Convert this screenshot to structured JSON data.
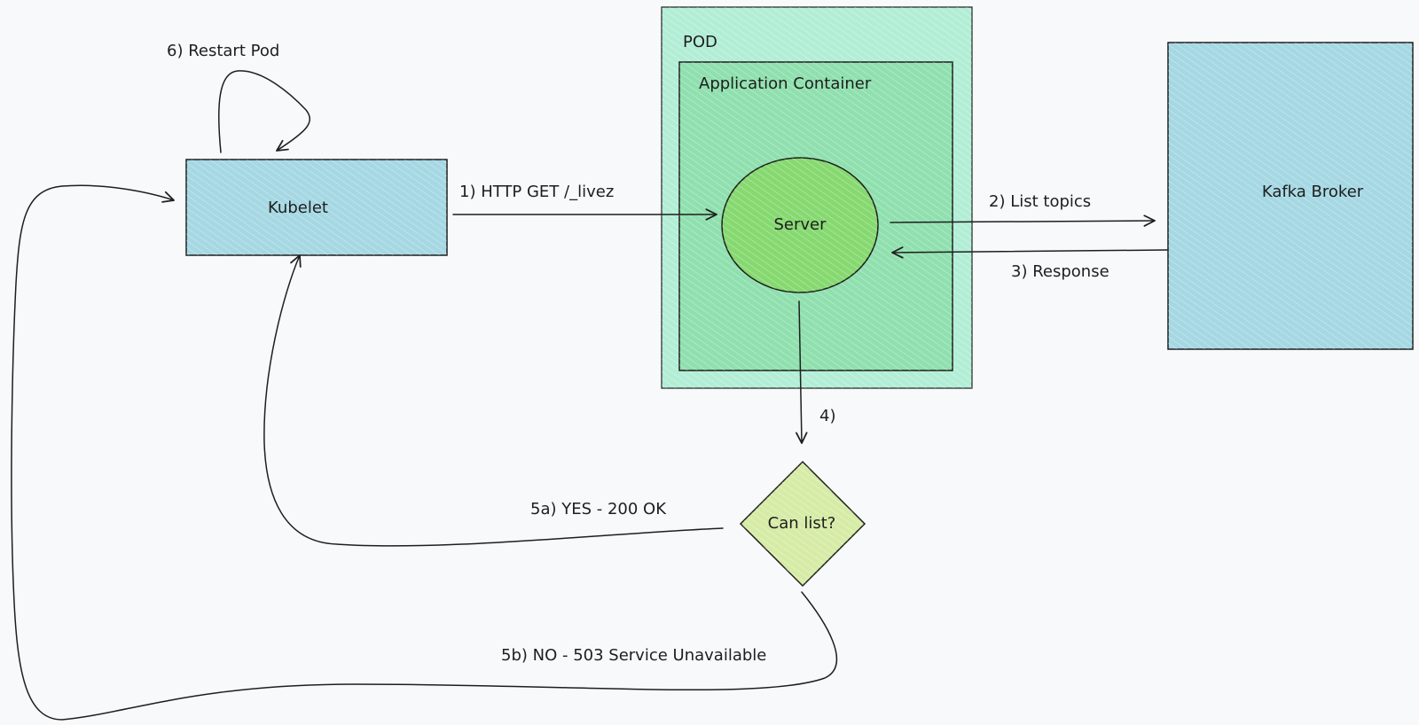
{
  "nodes": {
    "kubelet": {
      "label": "Kubelet",
      "fill": "#a5d8e3"
    },
    "pod": {
      "label": "POD",
      "fill": "#b2eed6"
    },
    "app_container": {
      "label": "Application Container",
      "fill": "#8fe0ae"
    },
    "server": {
      "label": "Server",
      "fill": "#86d970"
    },
    "kafka": {
      "label": "Kafka Broker",
      "fill": "#a5d8e3"
    },
    "decision": {
      "label": "Can list?",
      "fill": "#d6eca6"
    }
  },
  "edges": {
    "restart": {
      "label": "6) Restart Pod"
    },
    "http_get": {
      "label": "1) HTTP GET /_livez"
    },
    "list_topics": {
      "label": "2) List topics"
    },
    "response": {
      "label": "3) Response"
    },
    "step4": {
      "label": "4)"
    },
    "yes": {
      "label": "5a) YES - 200 OK"
    },
    "no": {
      "label": "5b) NO - 503 Service Unavailable"
    }
  },
  "colors": {
    "background": "#f8f9fa",
    "stroke": "#1e1e1e"
  }
}
